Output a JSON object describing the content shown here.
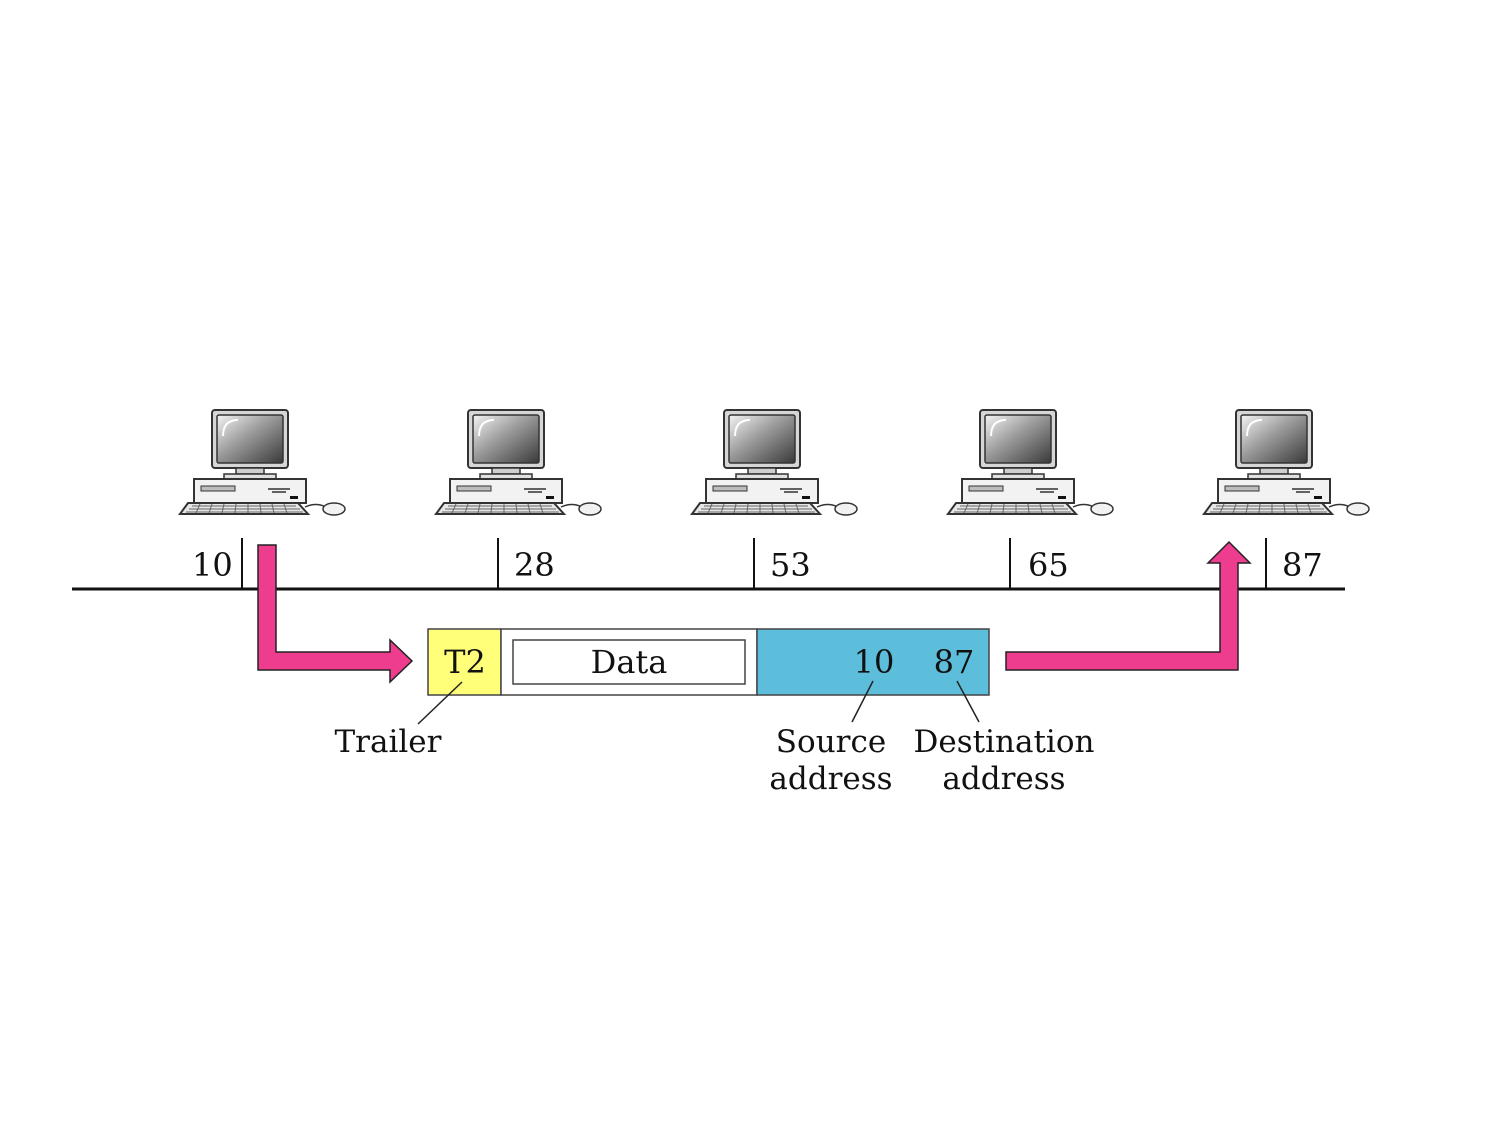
{
  "computers": [
    {
      "id": "pc-10",
      "address": "10"
    },
    {
      "id": "pc-28",
      "address": "28"
    },
    {
      "id": "pc-53",
      "address": "53"
    },
    {
      "id": "pc-65",
      "address": "65"
    },
    {
      "id": "pc-87",
      "address": "87"
    }
  ],
  "frame": {
    "trailer": "T2",
    "data": "Data",
    "source_address": "10",
    "destination_address": "87"
  },
  "labels": {
    "trailer": "Trailer",
    "source_line1": "Source",
    "source_line2": "address",
    "destination_line1": "Destination",
    "destination_line2": "address"
  },
  "colors": {
    "arrow": "#ee3c8f",
    "trailer_fill": "#ffff7a",
    "address_fill": "#5cbedb",
    "bus_line": "#111111",
    "monitor_screen": "#8c8c8c"
  }
}
